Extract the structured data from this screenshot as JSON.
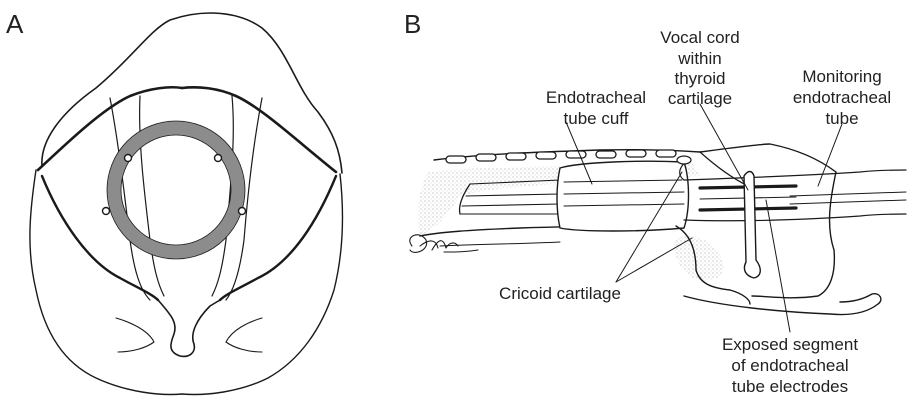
{
  "panel_a": {
    "letter": "A"
  },
  "panel_b": {
    "letter": "B",
    "labels": {
      "cuff": [
        "Endotracheal",
        "tube cuff"
      ],
      "vocal_cord": [
        "Vocal cord",
        "within",
        "thyroid",
        "cartilage"
      ],
      "monitoring": [
        "Monitoring",
        "endotracheal",
        "tube"
      ],
      "cricoid": [
        "Cricoid cartilage"
      ],
      "exposed": [
        "Exposed segment",
        "of endotracheal",
        "tube electrodes"
      ]
    }
  },
  "colors": {
    "ink": "#1a1a1a",
    "ring": "#8c8c8c",
    "stipple": "#b8b8b8"
  }
}
